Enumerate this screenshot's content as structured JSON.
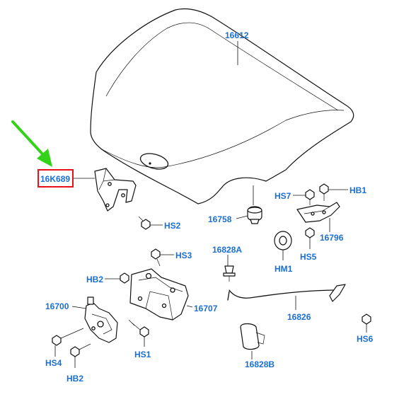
{
  "colors": {
    "label": "#1a6fd6",
    "highlight_box": "#e8101a",
    "arrow": "#35d21c",
    "line": "#111111"
  },
  "labels": {
    "hood": "16612",
    "hinge": "16K689",
    "hood_bolt": "HS2",
    "bumper": "16758",
    "bolt_hs7": "HS7",
    "bolt_hb1": "HB1",
    "prop_rod": "16796",
    "screw_hs5": "HS5",
    "grommet": "HM1",
    "clip": "16828A",
    "bolt_hs3": "HS3",
    "bolt_hb2_upper": "HB2",
    "latch": "16700",
    "latch_support": "16707",
    "cable": "16826",
    "screw_hs6": "HS6",
    "bolt_hs4": "HS4",
    "bolt_hs1": "HS1",
    "bolt_hb2_lower": "HB2",
    "handle_clip": "16828B"
  },
  "highlight": {
    "target": "16K689"
  }
}
